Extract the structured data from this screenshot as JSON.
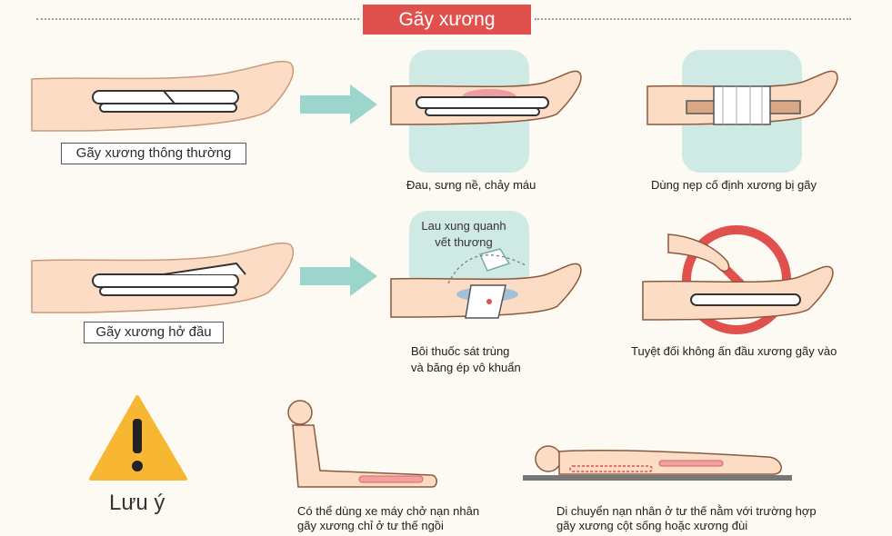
{
  "header": {
    "title": "Gãy xương"
  },
  "rows": {
    "closed": {
      "label": "Gãy xương thông thường",
      "step1_caption": "Đau, sưng nề, chảy máu",
      "step2_caption": "Dùng nẹp cố định xương bị gãy"
    },
    "open": {
      "label": "Gãy xương hở đầu",
      "note": [
        "Lau xung quanh",
        "vết thương"
      ],
      "step1_caption": [
        "Bôi thuốc sát trùng",
        "và băng ép vô khuẩn"
      ],
      "step2_caption": "Tuyệt đối không ấn đầu xương gãy vào"
    }
  },
  "warning": {
    "label": "Lưu ý",
    "icon": "warning-triangle-icon",
    "sitting_caption": [
      "Có thể dùng xe máy chở nạn nhân",
      "gãy xương chỉ ở tư thế ngồi"
    ],
    "lying_caption": [
      "Di chuyển nạn nhân ở tư thế nằm với trường hợp",
      "gãy xương cột sống hoặc xương đùi"
    ]
  },
  "colors": {
    "title_bg": "#e0504d",
    "skin": "#fcdcc4",
    "skin_outline": "#8a5a3c",
    "panel": "#cfe9e4",
    "arrow": "#9bd5cb",
    "warning": "#f7b733",
    "prohibit": "#e0504d"
  }
}
